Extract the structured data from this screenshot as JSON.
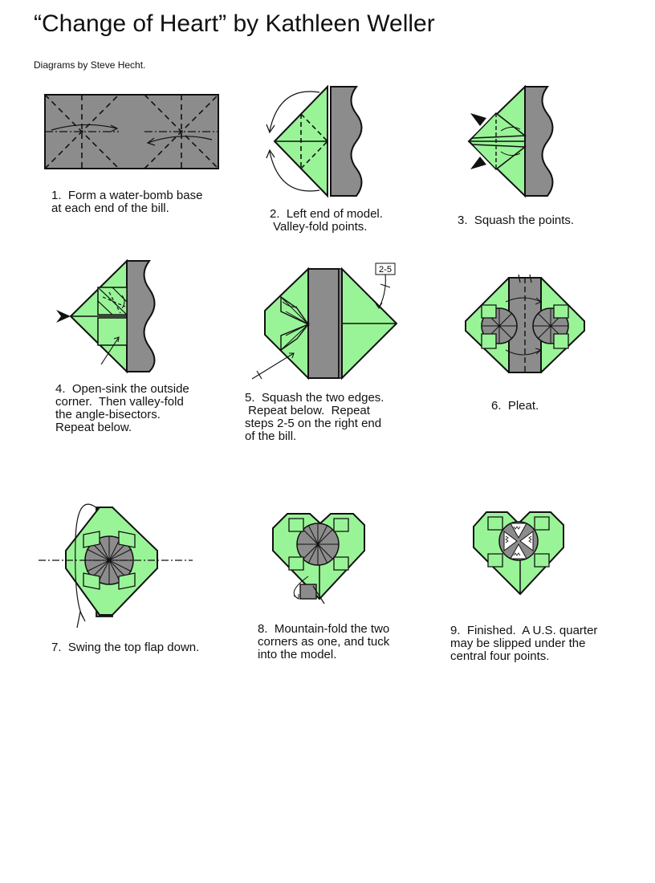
{
  "header": {
    "title": "“Change of Heart” by Kathleen Weller",
    "credit": "Diagrams by Steve Hecht."
  },
  "colors": {
    "paper_front": "#99f497",
    "paper_back": "#8c8c8c",
    "line": "#111111",
    "background": "#ffffff"
  },
  "steps": [
    {
      "number": "1",
      "caption": "1.  Form a water-bomb base\nat each end of the bill."
    },
    {
      "number": "2",
      "caption": "2.  Left end of model.\n Valley-fold points."
    },
    {
      "number": "3",
      "caption": "3.  Squash the points."
    },
    {
      "number": "4",
      "caption": "4.  Open-sink the outside\ncorner.  Then valley-fold\nthe angle-bisectors.\nRepeat below."
    },
    {
      "number": "5",
      "caption": "5.  Squash the two edges.\n Repeat below.  Repeat\nsteps 2-5 on the right end\nof the bill.",
      "repeat_label": "2-5"
    },
    {
      "number": "6",
      "caption": "6.  Pleat."
    },
    {
      "number": "7",
      "caption": "7.  Swing the top flap down."
    },
    {
      "number": "8",
      "caption": "8.  Mountain-fold the two\ncorners as one, and tuck\ninto the model."
    },
    {
      "number": "9",
      "caption": "9.  Finished.  A U.S. quarter\nmay be slipped under the\ncentral four points."
    }
  ]
}
